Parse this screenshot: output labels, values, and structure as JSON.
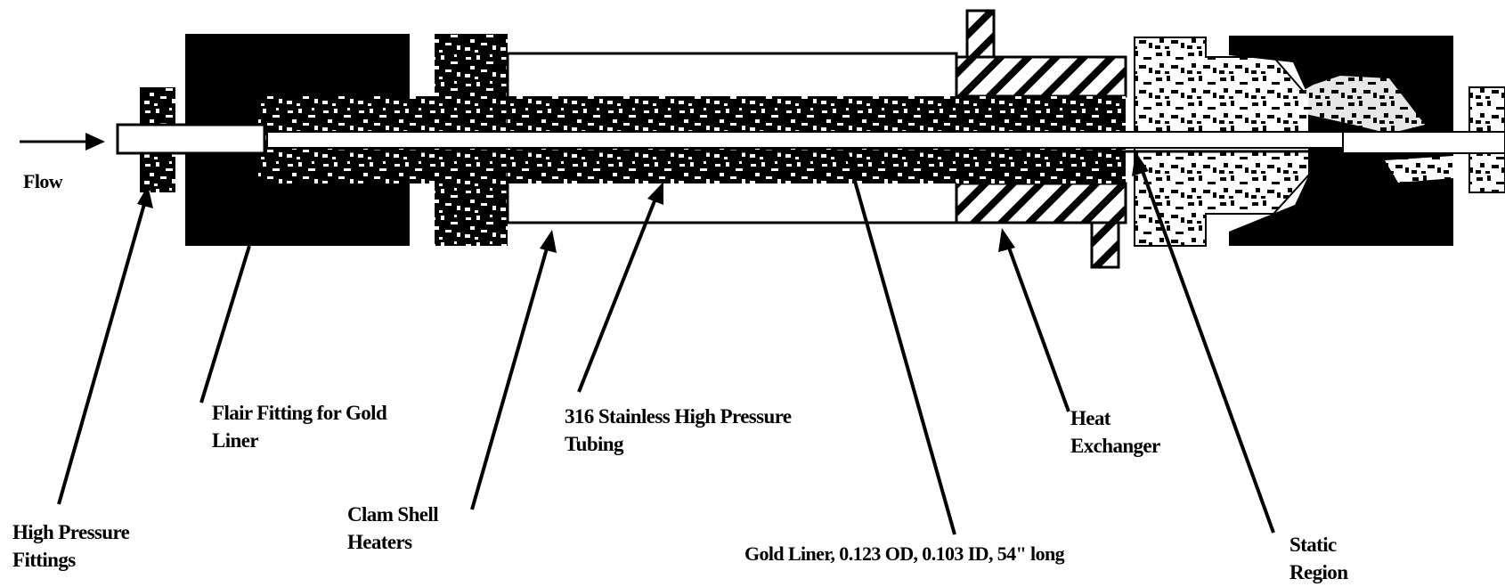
{
  "flow_label": "Flow",
  "labels": {
    "high_pressure_fittings": [
      "High Pressure",
      "Fittings"
    ],
    "flair_fitting": [
      "Flair Fitting for Gold",
      "Liner"
    ],
    "clam_shell_heaters": [
      "Clam Shell",
      "Heaters"
    ],
    "stainless_tubing": [
      "316 Stainless High Pressure",
      "Tubing"
    ],
    "gold_liner": [
      "Gold Liner, 0.123 OD, 0.103 ID, 54\" long"
    ],
    "heat_exchanger": [
      "Heat",
      "Exchanger"
    ],
    "static_region": [
      "Static",
      "Region"
    ]
  }
}
